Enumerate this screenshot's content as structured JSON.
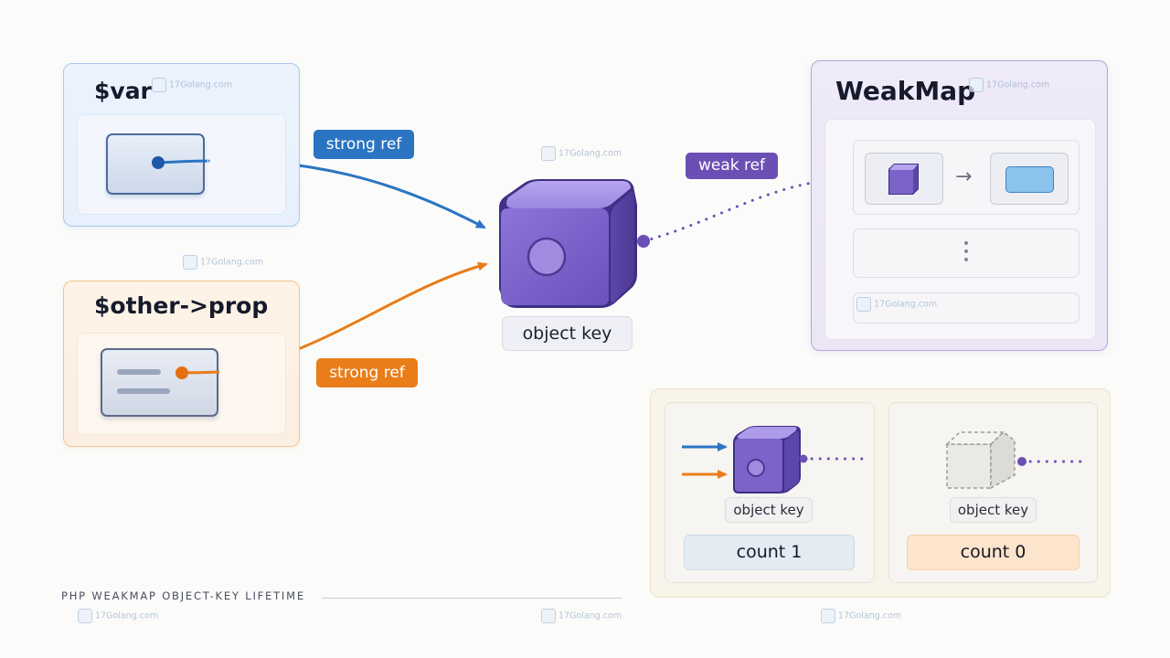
{
  "diagram": {
    "panels": {
      "var_title": "$var",
      "prop_title": "$other->prop",
      "weakmap_title": "WeakMap"
    },
    "refs": {
      "strong_ref_1": "strong ref",
      "strong_ref_2": "strong ref",
      "weak_ref": "weak ref"
    },
    "object_key_label": "object key",
    "lifecycle": {
      "left_label": "object key",
      "left_count": "count 1",
      "right_label": "object key",
      "right_count": "count 0"
    },
    "caption": "PHP WEAKMAP OBJECT-KEY LIFETIME",
    "watermark": "17Golang.com",
    "colors": {
      "strong_blue": "#2b74c2",
      "strong_orange": "#e97d19",
      "weak_purple": "#6b4fb5",
      "object_purple": "#7b63c9"
    }
  }
}
